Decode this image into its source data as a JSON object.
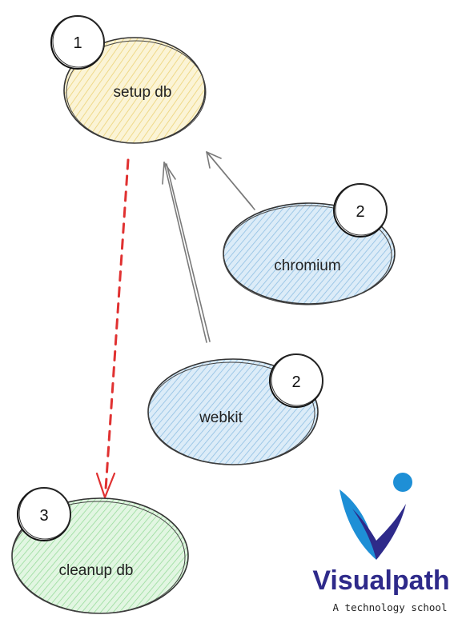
{
  "diagram": {
    "nodes": [
      {
        "id": "setup",
        "label": "setup db",
        "badge": "1",
        "fill": "#f7efc6",
        "stroke": "#333333"
      },
      {
        "id": "chromium",
        "label": "chromium",
        "badge": "2",
        "fill": "#cfe3f2",
        "stroke": "#333333"
      },
      {
        "id": "webkit",
        "label": "webkit",
        "badge": "2",
        "fill": "#cfe3f2",
        "stroke": "#333333"
      },
      {
        "id": "cleanup",
        "label": "cleanup db",
        "badge": "3",
        "fill": "#cfeed0",
        "stroke": "#333333"
      }
    ],
    "edges": [
      {
        "from": "chromium",
        "to": "setup",
        "style": "solid",
        "color": "#777777"
      },
      {
        "from": "webkit",
        "to": "setup",
        "style": "solid",
        "color": "#777777"
      },
      {
        "from": "setup",
        "to": "cleanup",
        "style": "dashed",
        "color": "#e03131"
      }
    ]
  },
  "logo": {
    "name": "Visualpath",
    "tagline": "A technology school",
    "name_color": "#2e2a8a",
    "accent_color": "#1e8fd6"
  }
}
